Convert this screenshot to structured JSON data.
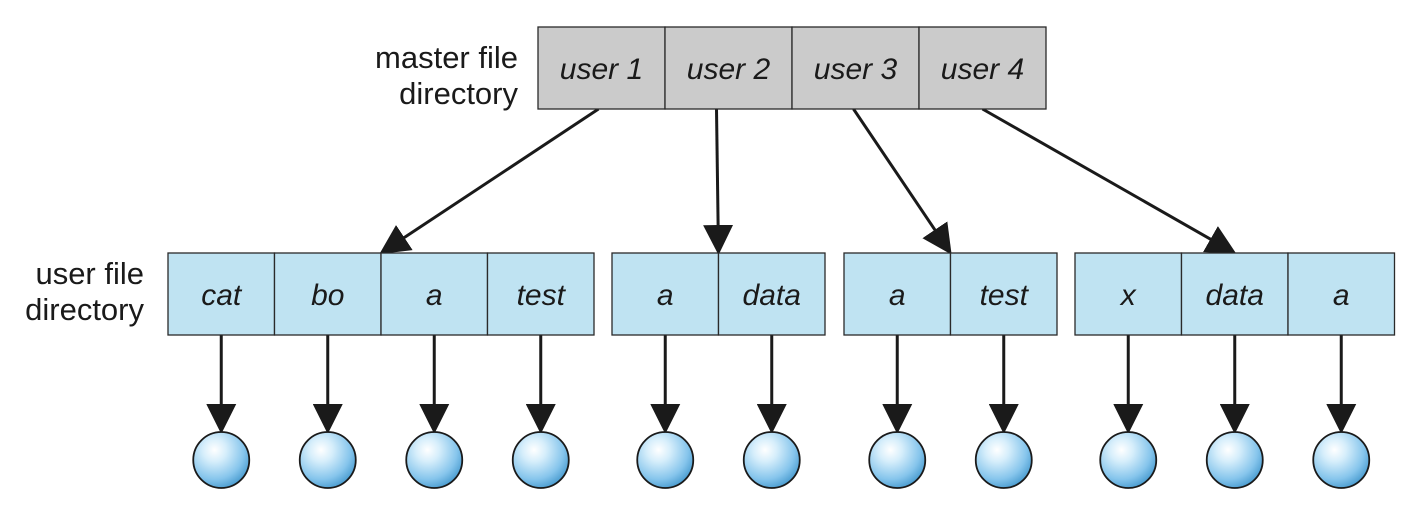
{
  "master_directory": {
    "label_line1": "master file",
    "label_line2": "directory",
    "entries": [
      "user 1",
      "user 2",
      "user 3",
      "user 4"
    ],
    "fill_color": "#cbcbcb"
  },
  "user_directories": {
    "label_line1": "user file",
    "label_line2": "directory",
    "fill_color": "#bfe3f2",
    "groups": [
      {
        "entries": [
          "cat",
          "bo",
          "a",
          "test"
        ]
      },
      {
        "entries": [
          "a",
          "data"
        ]
      },
      {
        "entries": [
          "a",
          "test"
        ]
      },
      {
        "entries": [
          "x",
          "data",
          "a"
        ]
      }
    ]
  },
  "file_node": {
    "icon": "file-sphere-icon",
    "color": "#86c5ec"
  }
}
